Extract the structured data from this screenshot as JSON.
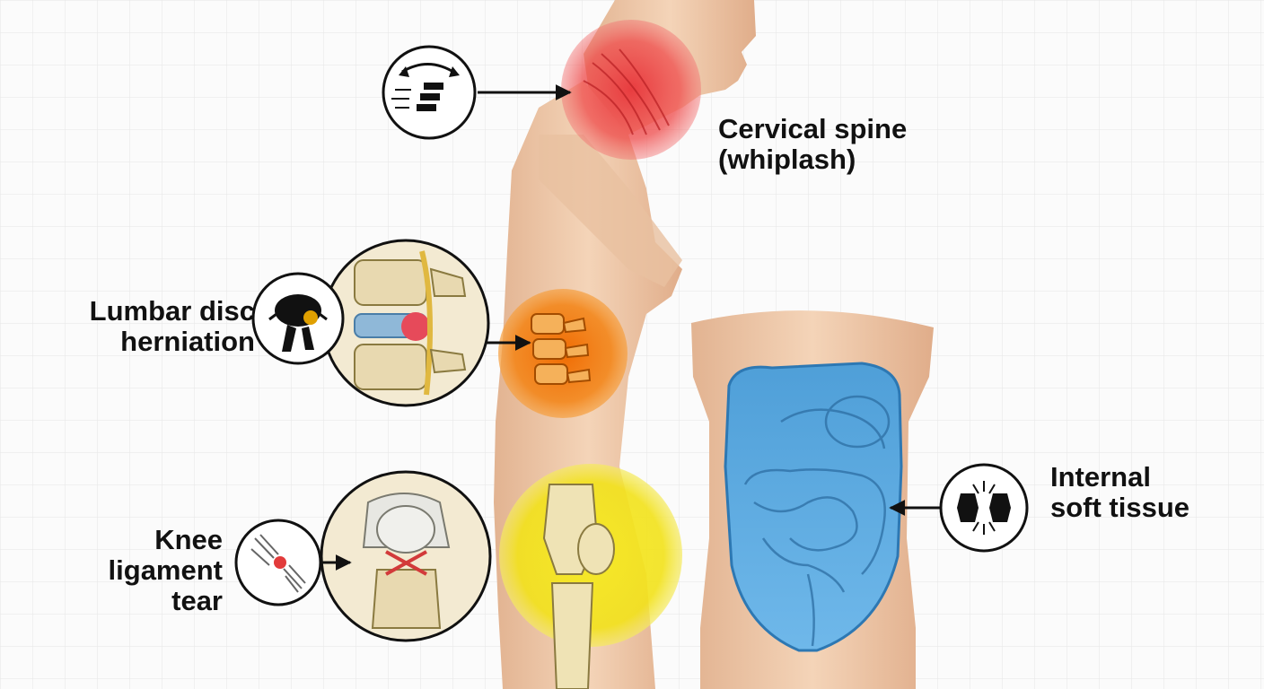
{
  "labels": {
    "cervical": [
      "Cervical spine",
      "(whiplash)"
    ],
    "lumbar": [
      "Lumbar disc",
      "herniation"
    ],
    "knee": [
      "Knee",
      "ligament",
      "tear"
    ],
    "internal": [
      "Internal",
      "soft tissue"
    ]
  },
  "colors": {
    "cervical_highlight": "#e8353a",
    "lumbar_highlight": "#f07a10",
    "knee_highlight": "#f2e21a",
    "abdomen_highlight": "#5aa9e0",
    "skin": "#efc9a8",
    "bone": "#e8d9b0",
    "grid": "#e4e4e4",
    "text": "#111111"
  },
  "icons": [
    "whiplash-icon",
    "disc-herniation-icon",
    "ligament-tear-icon",
    "soft-tissue-impact-icon"
  ]
}
